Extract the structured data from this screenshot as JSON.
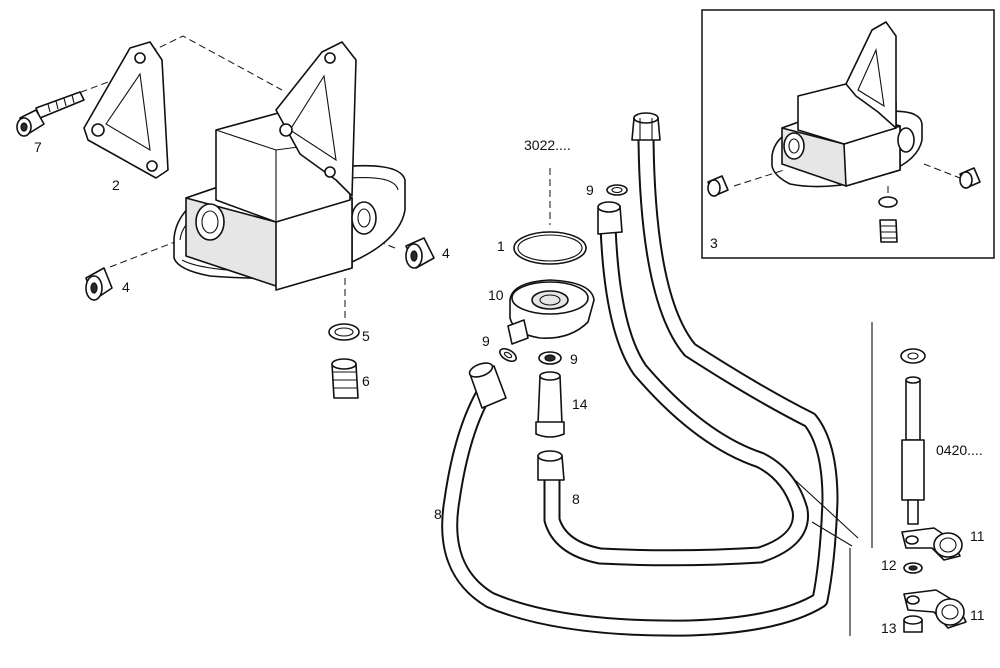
{
  "callouts": {
    "c1": "1",
    "c2": "2",
    "c3": "3",
    "c4a": "4",
    "c4b": "4",
    "c5": "5",
    "c6": "6",
    "c7": "7",
    "c8a": "8",
    "c8b": "8",
    "c9a": "9",
    "c9b": "9",
    "c9c": "9",
    "c10": "10",
    "c11a": "11",
    "c11b": "11",
    "c12": "12",
    "c13": "13",
    "c14": "14",
    "ref3022": "3022....",
    "ref0420": "0420...."
  }
}
